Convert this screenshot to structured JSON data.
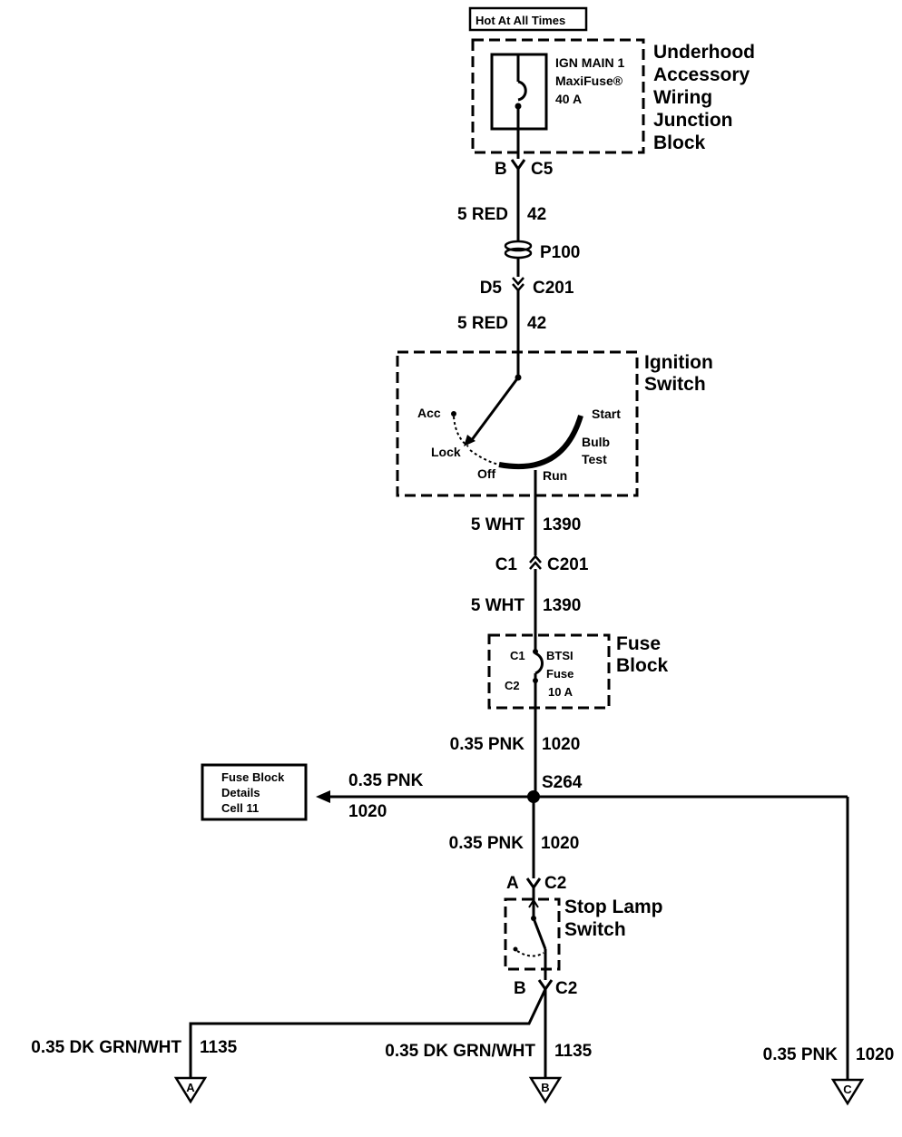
{
  "hot_label": "Hot At All Times",
  "junction_block": {
    "name_lines": [
      "Underhood",
      "Accessory",
      "Wiring",
      "Junction",
      "Block"
    ],
    "fuse_lines": [
      "IGN MAIN 1",
      "MaxiFuse®",
      "40 A"
    ],
    "pin": "B",
    "connector": "C5"
  },
  "wires": {
    "w1": {
      "gauge_color": "5 RED",
      "circuit": "42"
    },
    "w2": {
      "gauge_color": "5 RED",
      "circuit": "42"
    },
    "w3": {
      "gauge_color": "5 WHT",
      "circuit": "1390"
    },
    "w4": {
      "gauge_color": "5 WHT",
      "circuit": "1390"
    },
    "w5": {
      "gauge_color": "0.35 PNK",
      "circuit": "1020"
    },
    "w6": {
      "gauge_color": "0.35 PNK",
      "circuit": "1020"
    },
    "left_branch": {
      "gauge_color": "0.35 PNK",
      "circuit": "1020"
    },
    "out_a": {
      "gauge_color": "0.35 DK GRN/WHT",
      "circuit": "1135"
    },
    "out_b": {
      "gauge_color": "0.35 DK GRN/WHT",
      "circuit": "1135"
    },
    "out_c": {
      "gauge_color": "0.35 PNK",
      "circuit": "1020"
    }
  },
  "passthrough": "P100",
  "connector_c201_a": {
    "pin": "D5",
    "connector": "C201"
  },
  "ignition_switch": {
    "name_lines": [
      "Ignition",
      "Switch"
    ],
    "positions": {
      "acc": "Acc",
      "lock": "Lock",
      "off": "Off",
      "run": "Run",
      "start": "Start",
      "bulb_test": [
        "Bulb",
        "Test"
      ]
    }
  },
  "connector_c201_b": {
    "pin": "C1",
    "connector": "C201"
  },
  "fuse_block": {
    "name_lines": [
      "Fuse",
      "Block"
    ],
    "in_pin": "C1",
    "out_pin": "C2",
    "fuse_lines": [
      "BTSI",
      "Fuse",
      "10 A"
    ]
  },
  "splice": "S264",
  "ref_box": [
    "Fuse Block",
    "Details",
    "Cell 11"
  ],
  "stop_lamp_switch": {
    "name_lines": [
      "Stop Lamp",
      "Switch"
    ],
    "top_pin": "A",
    "top_connector": "C2",
    "bottom_pin": "B",
    "bottom_connector": "C2"
  },
  "off_page": [
    "A",
    "B",
    "C"
  ]
}
